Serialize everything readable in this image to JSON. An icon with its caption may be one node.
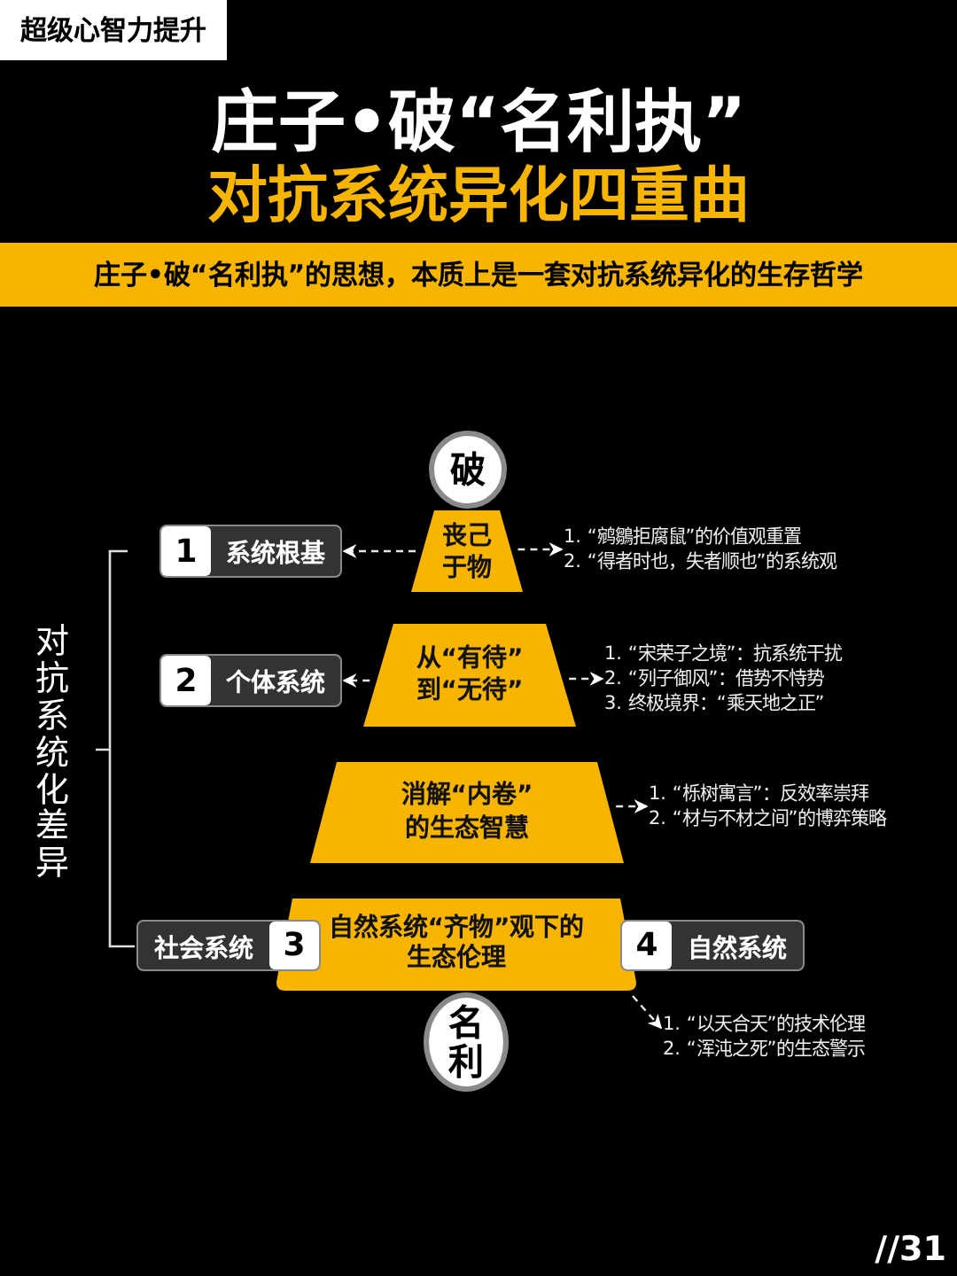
{
  "diagram": {
    "title": "庄子•破“名利执”",
    "nodes": [
      {
        "text": [
          "破"
        ]
      },
      {
        "text": [
          "丧己于物"
        ]
      },
      {
        "text": [
          "从“有待”到“无待”"
        ]
      },
      {
        "text": [
          "消解“内卷”的生态智慧"
        ]
      },
      {
        "text": [
          "自然系统“齐物”观下的生态伦理"
        ]
      },
      {
        "text": [
          "名利"
        ]
      },
      {
        "text": [
          "1",
          "系统根基"
        ]
      },
      {
        "text": [
          "2",
          "个体系统"
        ]
      },
      {
        "text": [
          "社会系统",
          "3"
        ]
      },
      {
        "text": [
          "4",
          "自然系统"
        ]
      },
      {
        "text": [
          "1. “鹓鶵拒腐鼠”的价值观重置",
          "2. “得者时也，失者顺也”的系统观"
        ]
      },
      {
        "text": [
          "1. “宋荣子之境”：抗系统干扰",
          "2. “列子御风”：借势不恃势",
          "3. 终极境界：“乘天地之正”"
        ]
      },
      {
        "text": [
          "1. “栎树寓言”：反效率崇拜",
          "2. “材与不材之间”的博弈策略"
        ]
      },
      {
        "text": [
          "1. “以天合天”的技术伦理",
          "2. “浑沌之死”的生态警示"
        ]
      }
    ],
    "edges": [
      {
        "from": 1,
        "to": 6,
        "arrow": "to",
        "style": "dashed"
      },
      {
        "from": 1,
        "to": 10,
        "arrow": "to",
        "style": "dashed"
      },
      {
        "from": 2,
        "to": 7,
        "arrow": "to",
        "style": "dashed"
      },
      {
        "from": 2,
        "to": 11,
        "arrow": "to",
        "style": "dashed"
      },
      {
        "from": 3,
        "to": 12,
        "arrow": "to",
        "style": "dashed"
      },
      {
        "from": 4,
        "to": 13,
        "arrow": "to",
        "style": "dashed"
      }
    ],
    "labels": [
      "超级心智力提升",
      "对抗系统异化四重曲",
      "庄子•破“名利执”的思想，本质上是一套对抗系统异化的生存哲学",
      "对抗系统化差异",
      "//31"
    ]
  }
}
